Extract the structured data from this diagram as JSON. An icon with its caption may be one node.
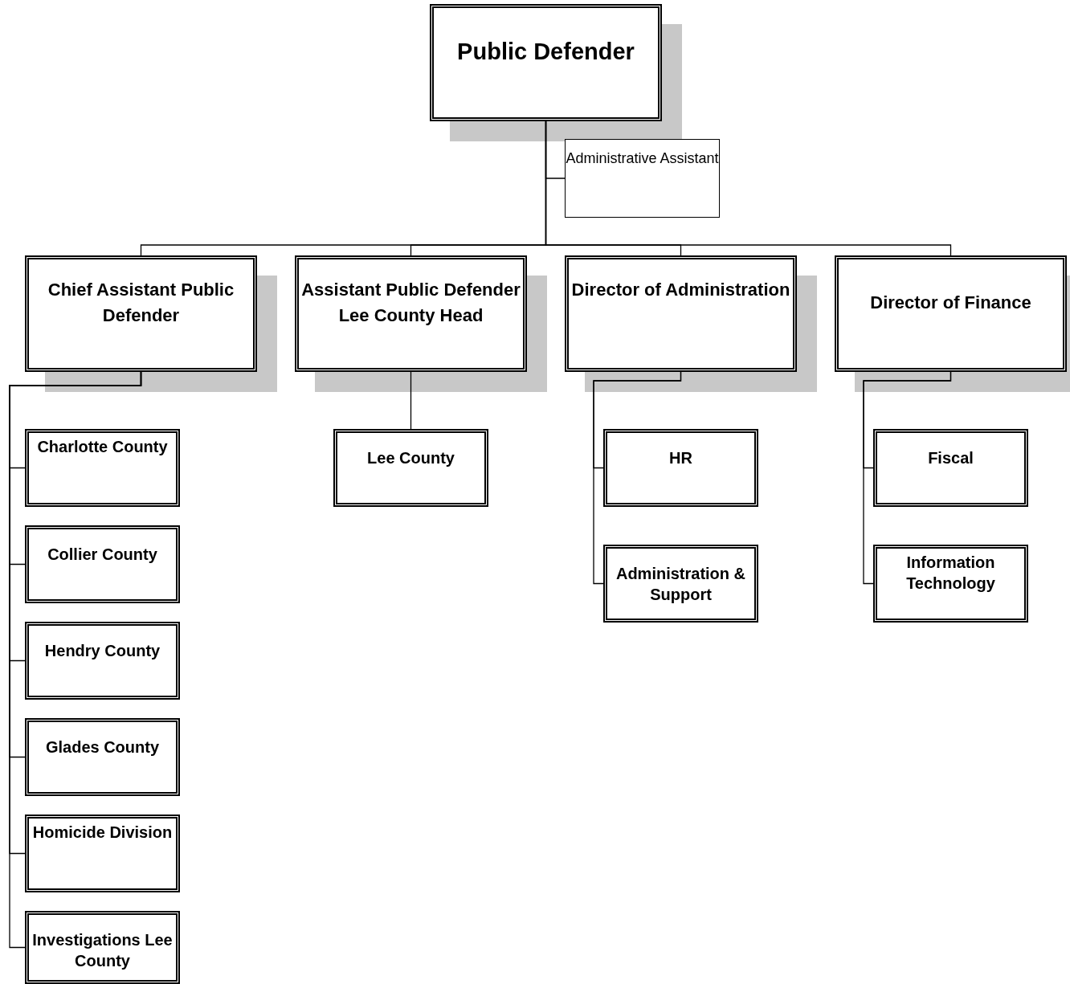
{
  "diagram": {
    "nodes": [
      {
        "text": [
          "Public Defender"
        ]
      },
      {
        "text": [
          "Administrative Assistant"
        ]
      },
      {
        "text": [
          "Chief Assistant Public Defender"
        ]
      },
      {
        "text": [
          "Assistant Public Defender Lee County Head"
        ]
      },
      {
        "text": [
          "Director of Administration"
        ]
      },
      {
        "text": [
          "Director of Finance"
        ]
      },
      {
        "text": [
          "Charlotte County"
        ]
      },
      {
        "text": [
          "Collier County"
        ]
      },
      {
        "text": [
          "Hendry County"
        ]
      },
      {
        "text": [
          "Glades County"
        ]
      },
      {
        "text": [
          "Homicide Division"
        ]
      },
      {
        "text": [
          "Investigations Lee County"
        ]
      },
      {
        "text": [
          "Lee County"
        ]
      },
      {
        "text": [
          "HR"
        ]
      },
      {
        "text": [
          "Administration & Support"
        ]
      },
      {
        "text": [
          "Fiscal"
        ]
      },
      {
        "text": [
          "Information Technology"
        ]
      }
    ],
    "edges": [
      {
        "from": 0,
        "to": 1,
        "arrow": "none"
      },
      {
        "from": 0,
        "to": 2,
        "arrow": "none"
      },
      {
        "from": 0,
        "to": 3,
        "arrow": "none"
      },
      {
        "from": 0,
        "to": 4,
        "arrow": "none"
      },
      {
        "from": 0,
        "to": 5,
        "arrow": "none"
      },
      {
        "from": 2,
        "to": 6,
        "arrow": "none"
      },
      {
        "from": 2,
        "to": 7,
        "arrow": "none"
      },
      {
        "from": 2,
        "to": 8,
        "arrow": "none"
      },
      {
        "from": 2,
        "to": 9,
        "arrow": "none"
      },
      {
        "from": 2,
        "to": 10,
        "arrow": "none"
      },
      {
        "from": 2,
        "to": 11,
        "arrow": "none"
      },
      {
        "from": 3,
        "to": 12,
        "arrow": "none"
      },
      {
        "from": 4,
        "to": 13,
        "arrow": "none"
      },
      {
        "from": 4,
        "to": 14,
        "arrow": "none"
      },
      {
        "from": 5,
        "to": 15,
        "arrow": "none"
      },
      {
        "from": 5,
        "to": 16,
        "arrow": "none"
      }
    ]
  }
}
